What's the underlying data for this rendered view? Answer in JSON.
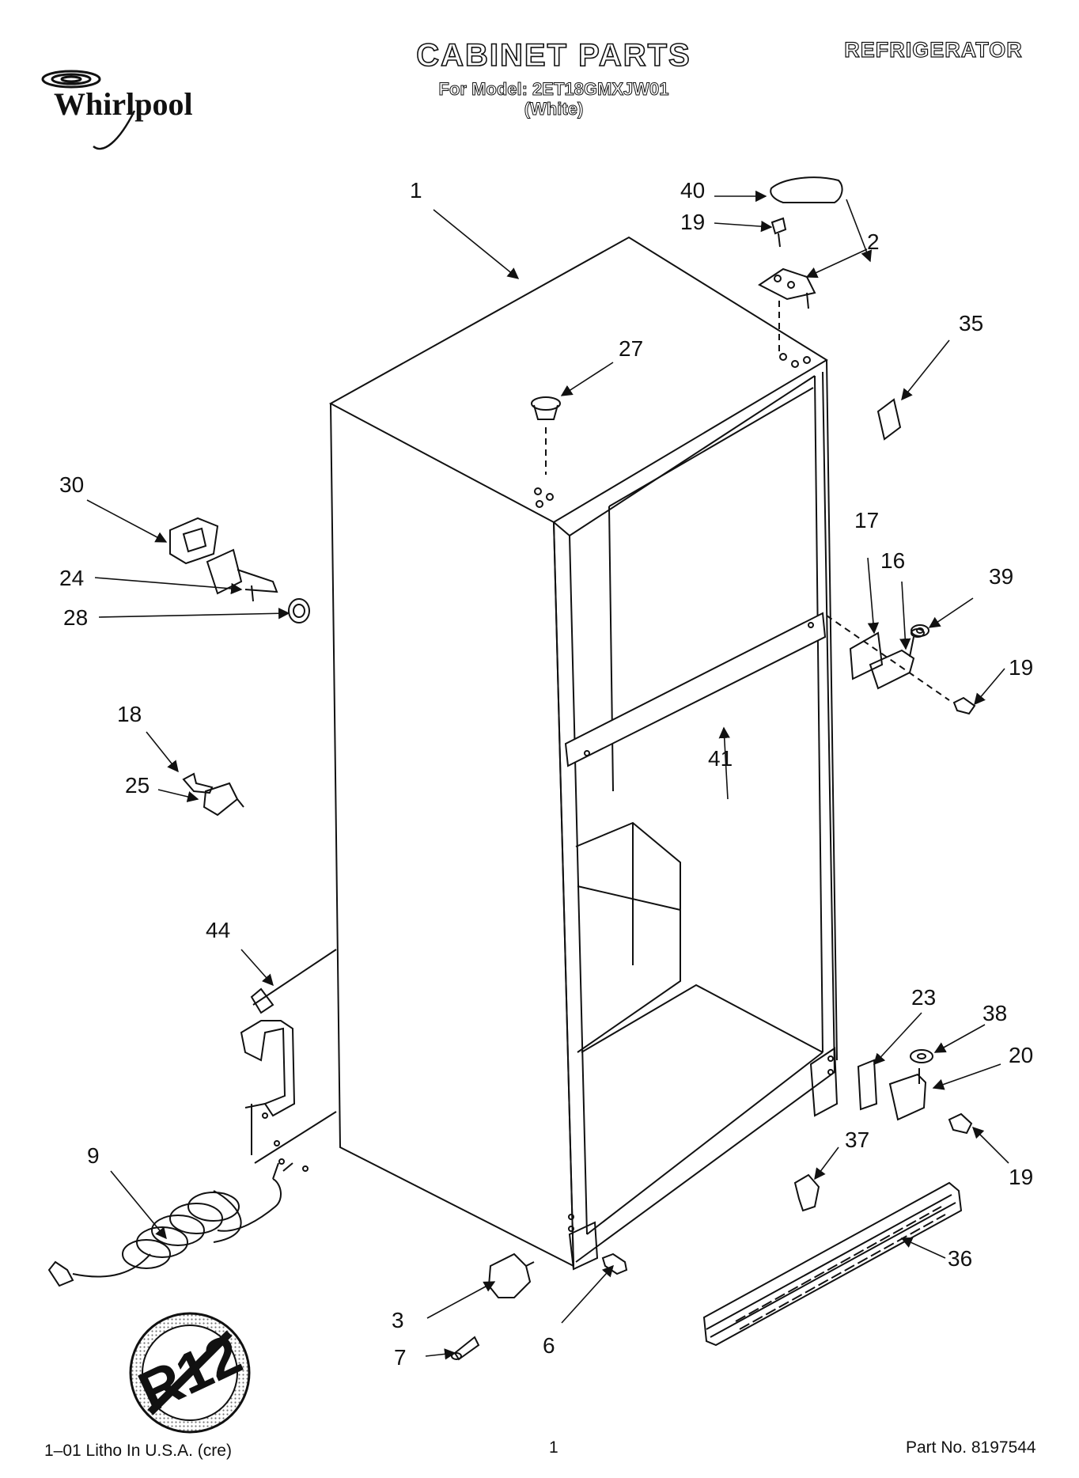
{
  "header": {
    "title": "CABINET PARTS",
    "model_line": "For Model: 2ET18GMXJW01",
    "color_line": "(White)",
    "appliance": "REFRIGERATOR",
    "brand": "Whirlpool"
  },
  "callouts": {
    "c1": "1",
    "c2": "2",
    "c3": "3",
    "c6": "6",
    "c7": "7",
    "c9": "9",
    "c16": "16",
    "c17": "17",
    "c18": "18",
    "c19a": "19",
    "c19b": "19",
    "c19c": "19",
    "c20": "20",
    "c23": "23",
    "c24": "24",
    "c25": "25",
    "c27": "27",
    "c28": "28",
    "c30": "30",
    "c35": "35",
    "c36": "36",
    "c37": "37",
    "c38": "38",
    "c39": "39",
    "c40": "40",
    "c41": "41",
    "c44": "44"
  },
  "badge": {
    "text": "R12"
  },
  "footer": {
    "left": "1–01 Litho In U.S.A. (cre)",
    "page": "1",
    "right": "Part No. 8197544"
  }
}
